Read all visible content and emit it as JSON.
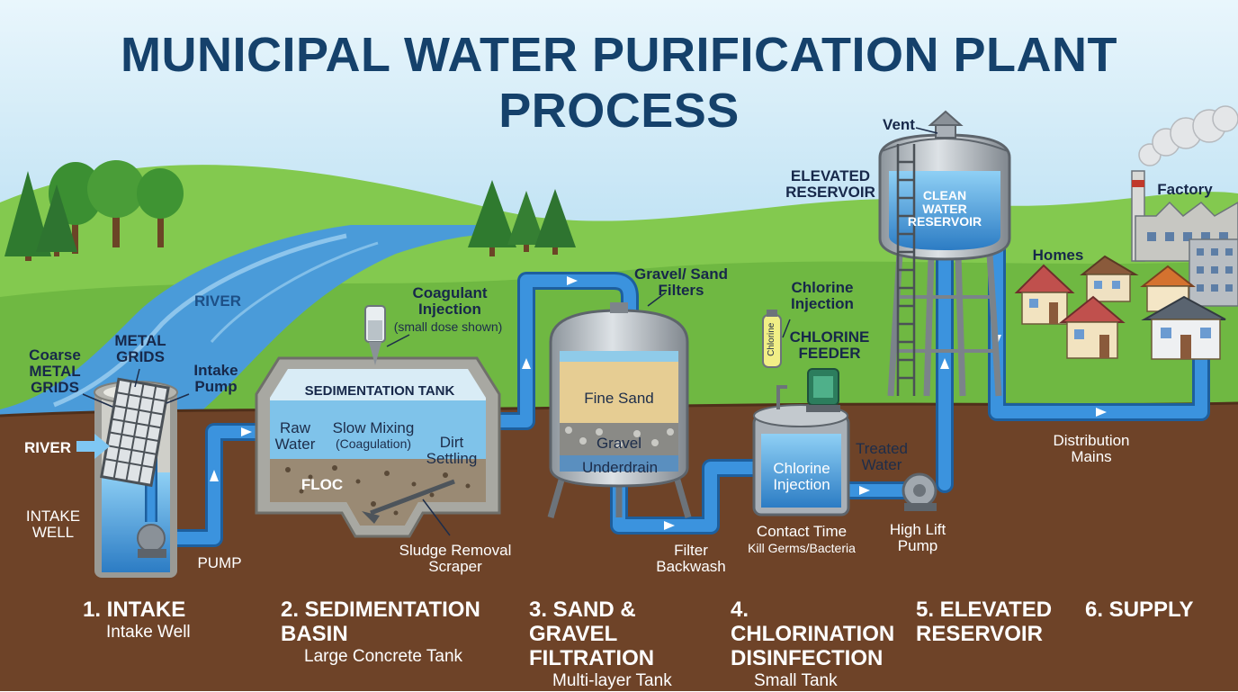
{
  "title": "MUNICIPAL WATER PURIFICATION PLANT PROCESS",
  "labels": {
    "river_top": "RIVER",
    "river_left": "RIVER",
    "coarse_grids": "Coarse METAL GRIDS",
    "metal_grids": "METAL GRIDS",
    "intake_pump": "Intake Pump",
    "intake_well": "INTAKE WELL",
    "pump": "PUMP",
    "coagulant_injection": "Coagulant Injection",
    "coagulant_note": "(small dose shown)",
    "sedimentation_tank": "SEDIMENTATION TANK",
    "raw_water": "Raw Water",
    "slow_mixing": "Slow Mixing",
    "coagulation": "(Coagulation)",
    "dirt_settling": "Dirt Settling",
    "floc": "FLOC",
    "sludge_scraper": "Sludge Removal Scraper",
    "gravel_sand_filters": "Gravel/ Sand Filters",
    "fine_sand": "Fine Sand",
    "gravel": "Gravel",
    "underdrain": "Underdrain",
    "filter_backwash": "Filter Backwash",
    "chlorine_injection_top": "Chlorine Injection",
    "chlorine_feeder": "CHLORINE FEEDER",
    "chlorine_bottle": "Chlorine",
    "chlorine_injection_tank": "Chlorine Injection",
    "treated_water": "Treated Water",
    "contact_time": "Contact Time",
    "kill_germs": "Kill Germs/Bacteria",
    "high_lift_pump": "High Lift Pump",
    "vent": "Vent",
    "elevated_reservoir": "ELEVATED RESERVOIR",
    "clean_water_reservoir": "CLEAN WATER RESERVOIR",
    "factory": "Factory",
    "homes": "Homes",
    "distribution_mains": "Distribution Mains"
  },
  "steps": [
    {
      "title": "1. INTAKE",
      "sub": "Intake Well"
    },
    {
      "title": "2. SEDIMENTATION BASIN",
      "sub": "Large Concrete Tank"
    },
    {
      "title": "3. SAND & GRAVEL FILTRATION",
      "sub": "Multi-layer Tank"
    },
    {
      "title": "4. CHLORINATION DISINFECTION",
      "sub": "Small Tank"
    },
    {
      "title": "5. ELEVATED RESERVOIR",
      "sub": ""
    },
    {
      "title": "6. SUPPLY",
      "sub": ""
    }
  ],
  "colors": {
    "title": "#15416b",
    "sky": "#cfe9f7",
    "grass": "#7cc24a",
    "ground": "#6e4328",
    "water": "#3f8fd6",
    "pipe": "#2f86d4",
    "steel": "#a9b0b7",
    "concrete": "#b4b4ae"
  }
}
